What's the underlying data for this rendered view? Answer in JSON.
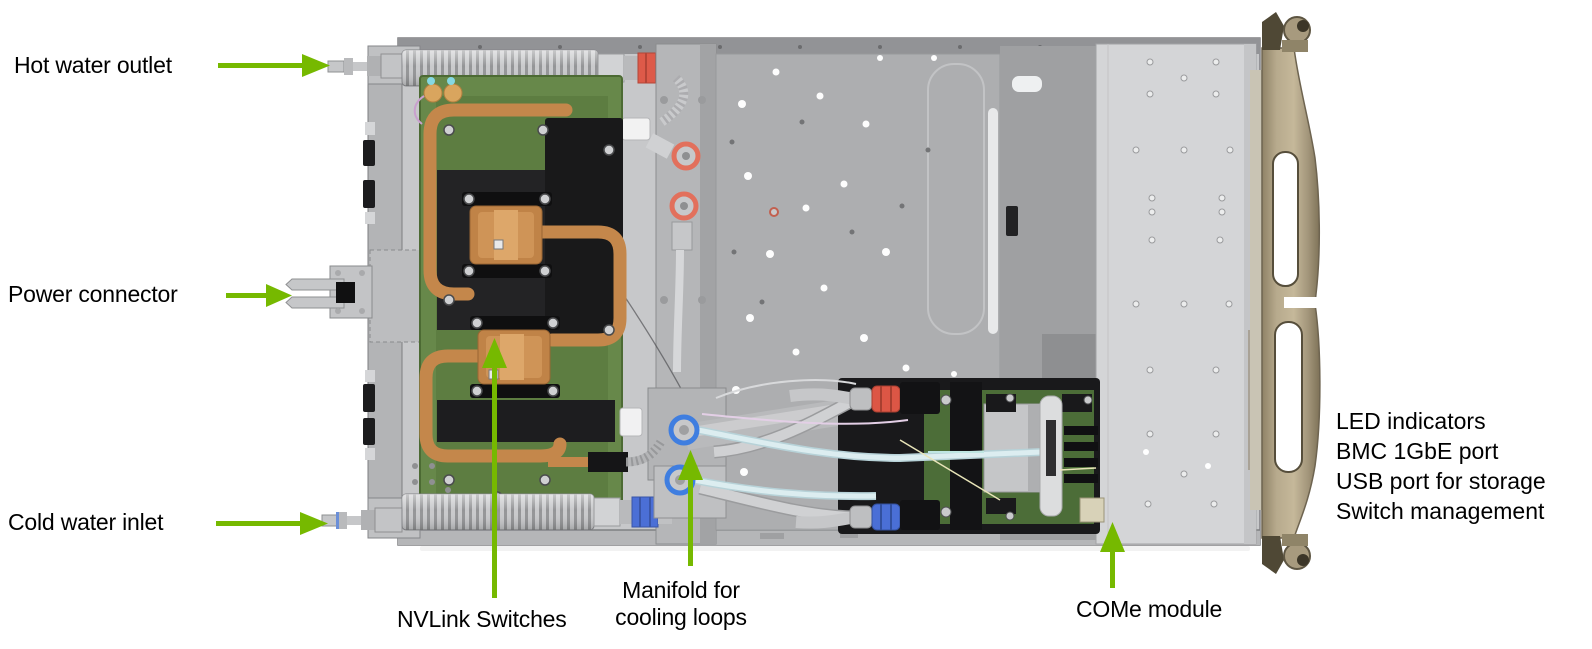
{
  "annotations": {
    "hot_water_outlet": "Hot water outlet",
    "power_connector": "Power connector",
    "cold_water_inlet": "Cold water inlet",
    "nvlink_switches": "NVLink Switches",
    "manifold_line1": "Manifold for",
    "manifold_line2": "cooling loops",
    "come_module": "COMe module",
    "right_panel": [
      "LED indicators",
      "BMC 1GbE port",
      "USB port for storage",
      "Switch management"
    ]
  },
  "icons": {
    "callout_arrows": "green-callout-arrow"
  },
  "colors": {
    "annotation_green": "#76b900",
    "chassis_gray": "#c7c8ca",
    "pcb_green": "#67884a",
    "copper": "#c4874b",
    "coolant_hot_red": "#dc5645",
    "coolant_cold_blue": "#4a6fd6",
    "bezel_tan": "#a89a7c",
    "text_black": "#000000"
  }
}
